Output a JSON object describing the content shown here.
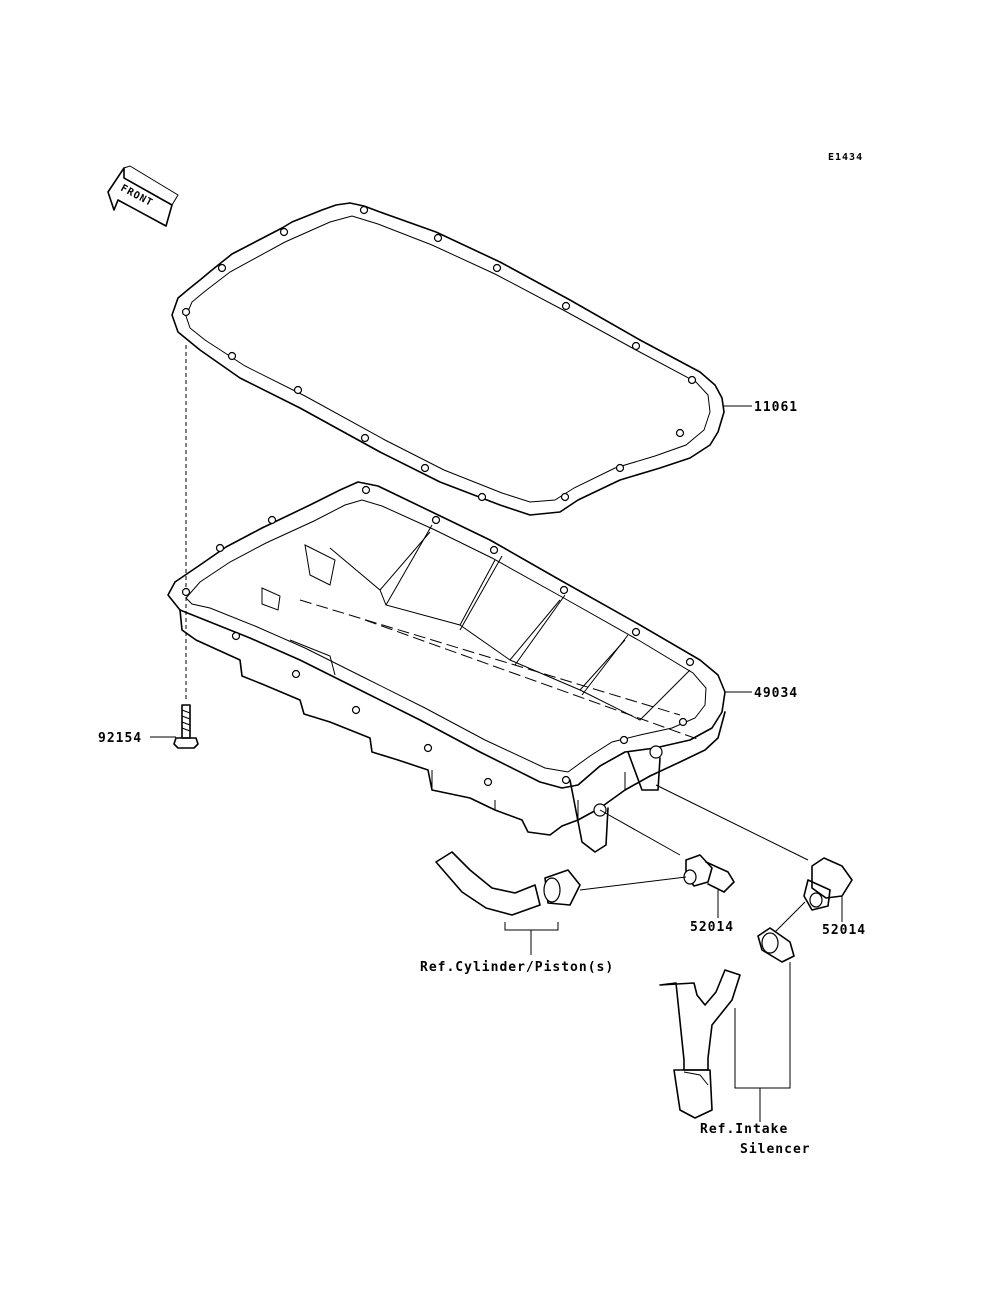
{
  "diagram_id": "E1434",
  "front_arrow_label": "FRONT",
  "parts": {
    "gasket": "11061",
    "oil_pan": "49034",
    "bolt": "92154",
    "fitting_left": "52014",
    "fitting_right": "52014"
  },
  "references": {
    "cylinder": "Ref.Cylinder/Piston(s)",
    "intake_line1": "Ref.Intake",
    "intake_line2": "Silencer"
  }
}
